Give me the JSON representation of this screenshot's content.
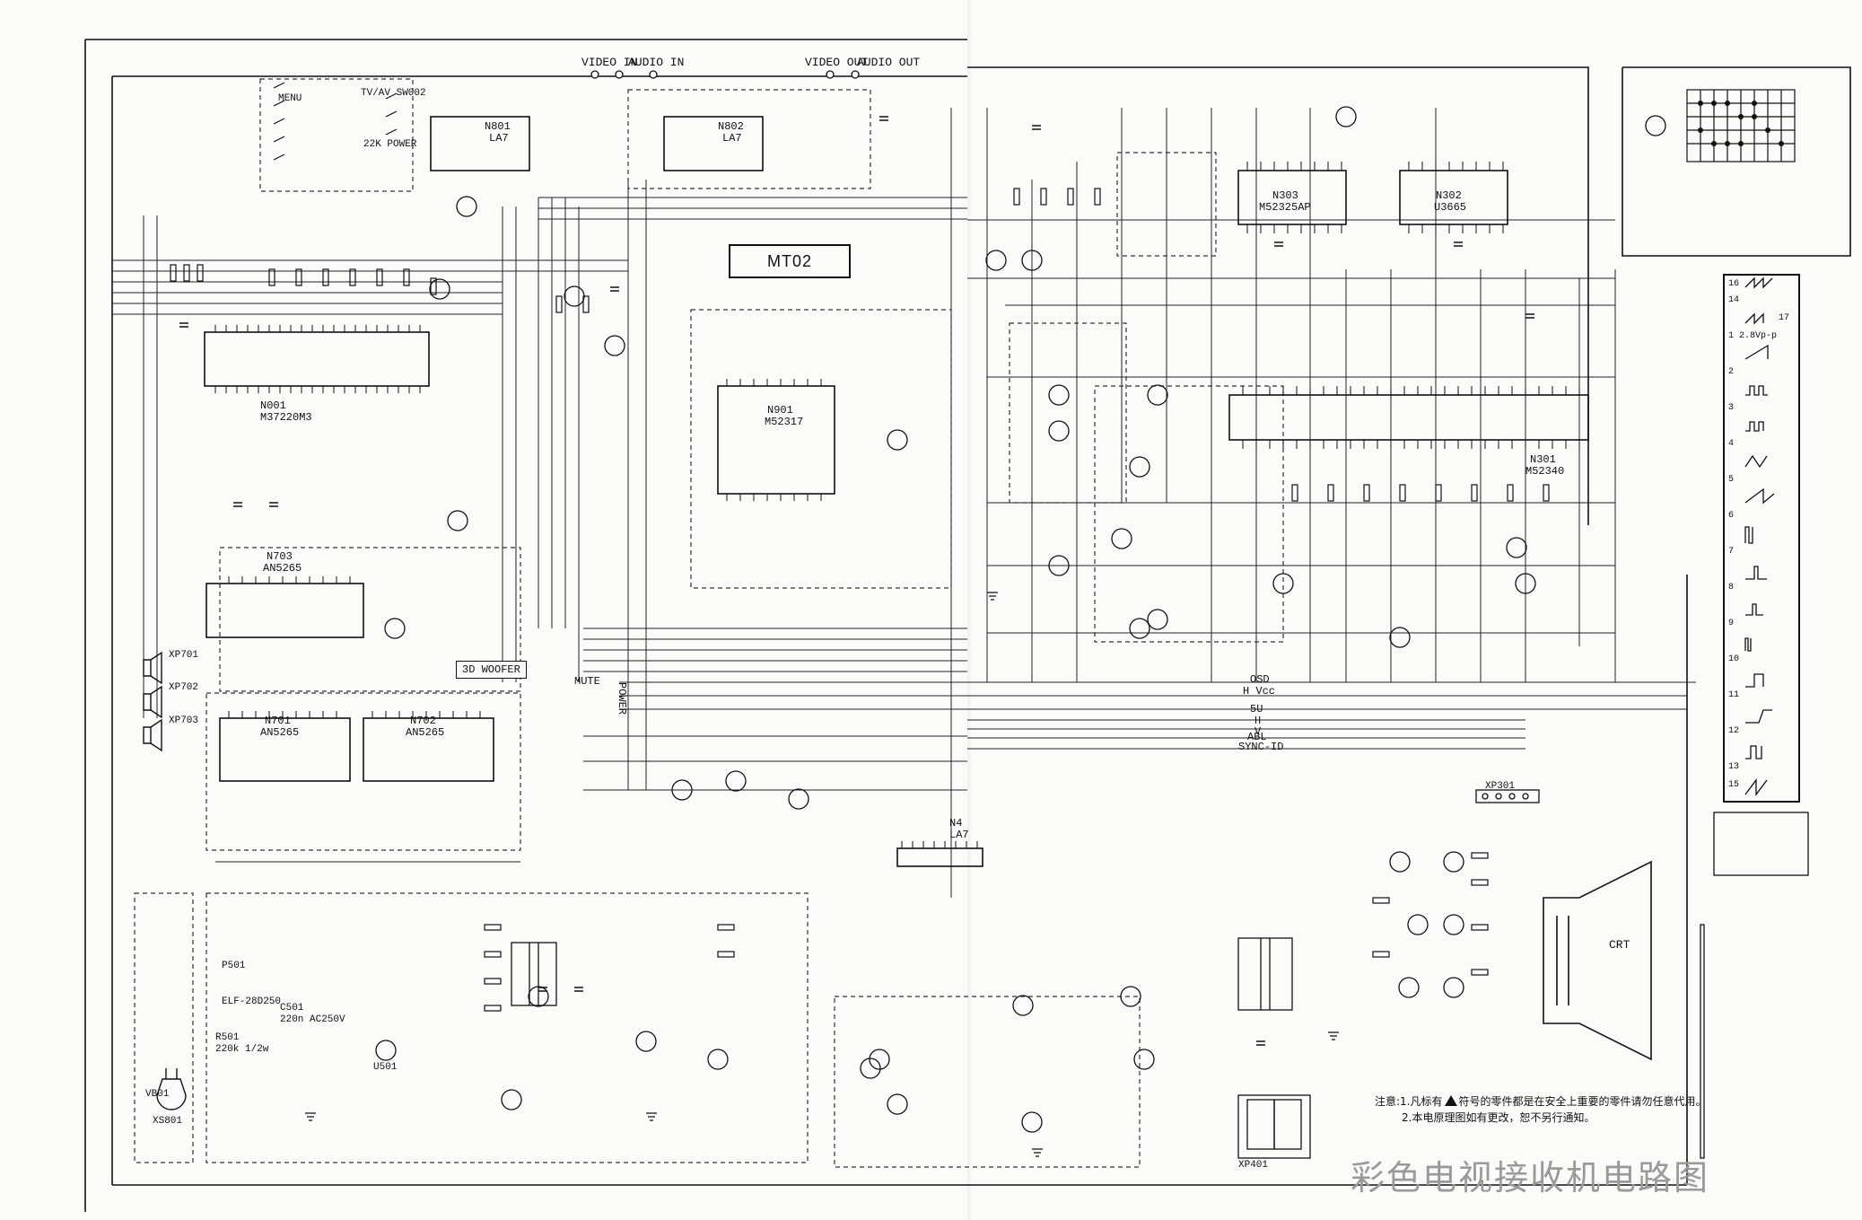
{
  "title": "彩色电视接收机电路图",
  "notes": {
    "heading": "注意:",
    "line1_pre": "1.凡标有",
    "line1_post": "符号的零件都是在安全上重要的零件请勿任意代用。",
    "line2": "2.本电原理图如有更改，恕不另行通知。"
  },
  "top_labels": {
    "video_in": "VIDEO IN",
    "audio_in": "AUDIO IN",
    "video_out": "VIDEO OUT",
    "audio_out": "AUDIO OUT"
  },
  "module_label": "MT02",
  "ics": [
    {
      "ref": "N001",
      "part": "M37220M3"
    },
    {
      "ref": "N901",
      "part": "M52317"
    },
    {
      "ref": "N703",
      "part": "AN5265"
    },
    {
      "ref": "N701",
      "part": "AN5265"
    },
    {
      "ref": "N702",
      "part": "AN5265"
    },
    {
      "ref": "N303",
      "part": "M52325AP"
    },
    {
      "ref": "N302",
      "part": "U3665"
    },
    {
      "ref": "N301",
      "part": "M52340"
    },
    {
      "ref": "N801",
      "part": "LA7"
    },
    {
      "ref": "N802",
      "part": "LA7"
    },
    {
      "ref": "N4",
      "part": "LA7"
    }
  ],
  "blocks": {
    "woofer": "3D WOOFER",
    "mute": "MUTE",
    "power": "POWER",
    "osd": "OSD",
    "h_vcc": "H Vcc",
    "rail_5v": "5U",
    "rail_h": "H",
    "rail_v": "V",
    "rail_abl": "ABL",
    "rail_sync": "SYNC-ID",
    "crt": "CRT",
    "tv_av": "TV/AV SW002",
    "menu": "MENU",
    "power_sw": "22K POWER"
  },
  "connectors": [
    "XP701",
    "XP702",
    "XP703",
    "XP301",
    "XP401",
    "XS801"
  ],
  "power_supply_labels": [
    "P501",
    "ELF-28D250",
    "C501",
    "220n AC250V",
    "R501",
    "220k 1/2w",
    "U501",
    "VB01"
  ],
  "waveforms": [
    "1 2.8Vp-p",
    "2",
    "3",
    "4",
    "5",
    "6",
    "7",
    "8",
    "9",
    "10",
    "11",
    "12",
    "13",
    "14",
    "15",
    "16",
    "17"
  ]
}
